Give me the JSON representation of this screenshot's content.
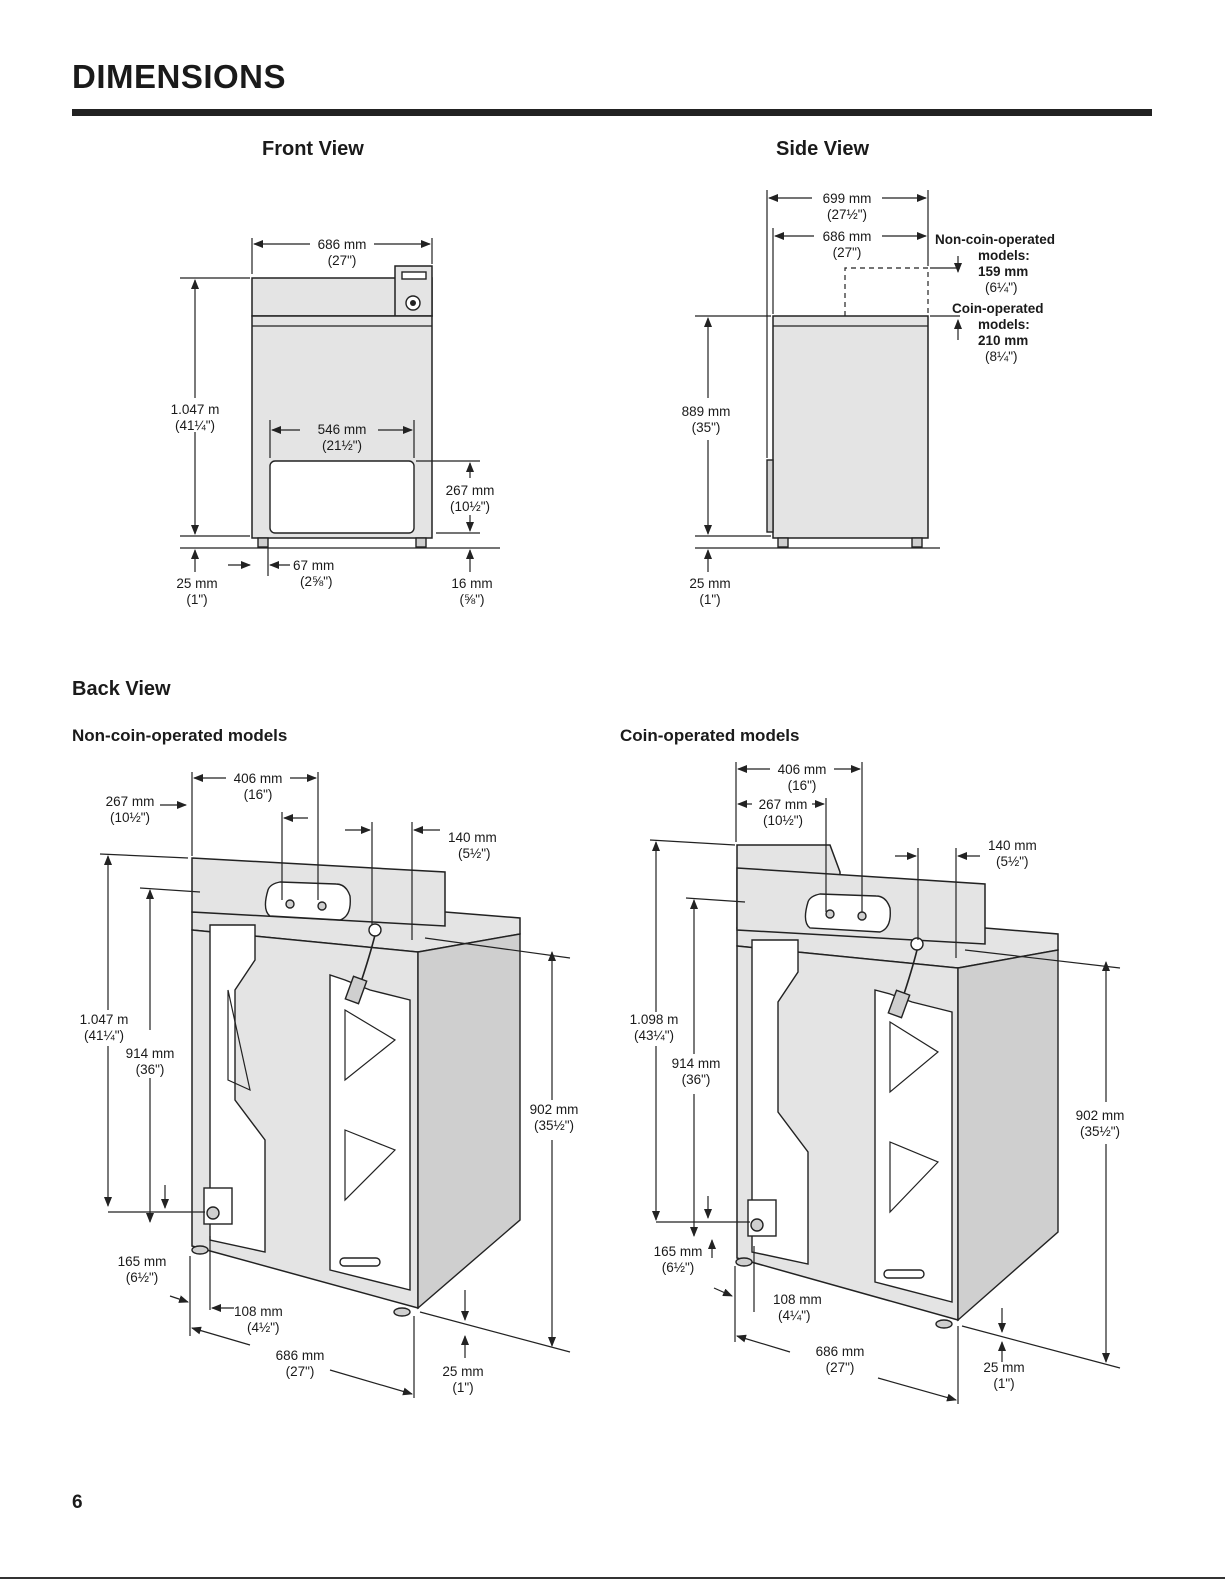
{
  "heading": "DIMENSIONS",
  "page_number": "6",
  "front_view": {
    "title": "Front View",
    "width": [
      "686 mm",
      "(27\")"
    ],
    "height": [
      "1.047 m",
      "(41¼\")"
    ],
    "door_width": [
      "546 mm",
      "(21½\")"
    ],
    "door_height": [
      "267 mm",
      "(10½\")"
    ],
    "foot_inset": [
      "67 mm",
      "(2⅝\")"
    ],
    "foot_height_left": [
      "25 mm",
      "(1\")"
    ],
    "foot_height_right": [
      "16 mm",
      "(⅝\")"
    ]
  },
  "side_view": {
    "title": "Side View",
    "overall_depth": [
      "699 mm",
      "(27½\")"
    ],
    "cabinet_depth": [
      "686 mm",
      "(27\")"
    ],
    "height": [
      "889 mm",
      "(35\")"
    ],
    "foot_height": [
      "25 mm",
      "(1\")"
    ],
    "non_coin": [
      "Non-coin-operated",
      "models:",
      "159 mm",
      "(6¼\")"
    ],
    "coin": [
      "Coin-operated",
      "models:",
      "210 mm",
      "(8¼\")"
    ]
  },
  "back_view": {
    "title": "Back View",
    "non_coin": {
      "subtitle": "Non-coin-operated models",
      "d406": [
        "406 mm",
        "(16\")"
      ],
      "d267": [
        "267 mm",
        "(10½\")"
      ],
      "d140": [
        "140 mm",
        "(5½\")"
      ],
      "d1047": [
        "1.047 m",
        "(41¼\")"
      ],
      "d914": [
        "914 mm",
        "(36\")"
      ],
      "d902": [
        "902 mm",
        "(35½\")"
      ],
      "d165": [
        "165 mm",
        "(6½\")"
      ],
      "d108": [
        "108 mm",
        "(4½\")"
      ],
      "d686": [
        "686 mm",
        "(27\")"
      ],
      "d25": [
        "25 mm",
        "(1\")"
      ]
    },
    "coin": {
      "subtitle": "Coin-operated models",
      "d406": [
        "406 mm",
        "(16\")"
      ],
      "d267": [
        "267 mm",
        "(10½\")"
      ],
      "d140": [
        "140 mm",
        "(5½\")"
      ],
      "d1098": [
        "1.098 m",
        "(43¼\")"
      ],
      "d914": [
        "914 mm",
        "(36\")"
      ],
      "d902": [
        "902 mm",
        "(35½\")"
      ],
      "d165": [
        "165 mm",
        "(6½\")"
      ],
      "d108": [
        "108 mm",
        "(4¼\")"
      ],
      "d686": [
        "686 mm",
        "(27\")"
      ],
      "d25": [
        "25 mm",
        "(1\")"
      ]
    }
  }
}
